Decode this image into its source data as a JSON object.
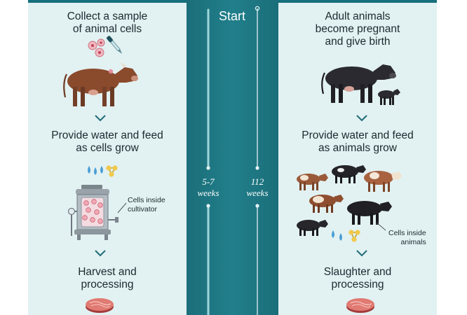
{
  "header": {
    "start_label": "Start"
  },
  "timeline": {
    "left_duration": "5-7\nweeks",
    "right_duration": "112\nweeks"
  },
  "cultivated": {
    "step1": "Collect a sample\nof animal cells",
    "step2": "Provide water and feed\nas cells grow",
    "cultivator_label": "Cells inside\ncultivator",
    "step3": "Harvest and\nprocessing"
  },
  "conventional": {
    "step1": "Adult animals\nbecome pregnant\nand give birth",
    "step2": "Provide water and feed\nas animals grow",
    "animals_label": "Cells inside\nanimals",
    "step3": "Slaughter and\nprocessing"
  },
  "colors": {
    "accent": "#16707c",
    "panel": "#e2f1f1",
    "chevron": "#1f6b78"
  },
  "icons": [
    "dropper-icon",
    "cell-icon",
    "cow-icon",
    "chevron-down-icon",
    "water-drops-icon",
    "feed-molecule-icon",
    "cultivator-icon",
    "steak-icon",
    "cow-herd-icon"
  ]
}
